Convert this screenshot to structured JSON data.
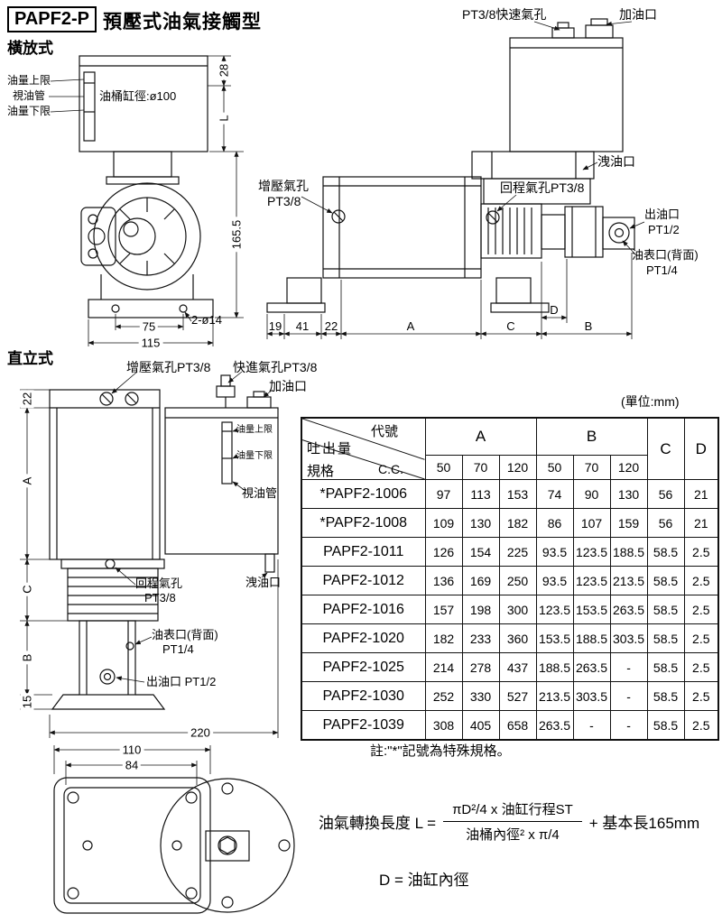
{
  "header": {
    "code": "PAPF2-P",
    "title": "預壓式油氣接觸型"
  },
  "horizontal": {
    "label": "橫放式",
    "oil_upper": "油量上限",
    "sight_tube": "視油管",
    "oil_lower": "油量下限",
    "tank_bore": "油桶缸徑:ø100",
    "dims": {
      "d28": "28",
      "dL": "L",
      "d165": "165.5",
      "d75": "75",
      "d115": "115",
      "bolt": "2-ø14"
    }
  },
  "side": {
    "quick_air": "PT3/8快速氣孔",
    "fill_port": "加油口",
    "drain_port": "洩油口",
    "boost_line1": "增壓氣孔",
    "boost_line2": "PT3/8",
    "return_port": "回程氣孔PT3/8",
    "outlet_line1": "出油口",
    "outlet_line2": "PT1/2",
    "gauge_line1": "油表口(背面)",
    "gauge_line2": "PT1/4",
    "dims": {
      "d19": "19",
      "d41": "41",
      "d22": "22",
      "dA": "A",
      "dC": "C",
      "dD": "D",
      "dB": "B"
    }
  },
  "vertical": {
    "label": "直立式",
    "boost_port": "增壓氣孔PT3/8",
    "quick_port": "快進氣孔PT3/8",
    "fill_port": "加油口",
    "oil_upper": "油量上限",
    "oil_lower": "油量下限",
    "sight_tube": "視油管",
    "return_line1": "回程氣孔",
    "return_line2": "PT3/8",
    "drain_port": "洩油口",
    "gauge_line1": "油表口(背面)",
    "gauge_line2": "PT1/4",
    "outlet": "出油口 PT1/2",
    "dims": {
      "d22": "22",
      "dA": "A",
      "dC": "C",
      "dB": "B",
      "d15": "15",
      "d220": "220"
    }
  },
  "bottom_view": {
    "dims": {
      "d110": "110",
      "d84": "84"
    }
  },
  "table": {
    "unit_note": "(單位:mm)",
    "corner": {
      "code": "代號",
      "discharge": "吐出量",
      "spec": "規格",
      "cc": "C.C."
    },
    "group_a": "A",
    "group_b": "B",
    "col_c": "C",
    "col_d": "D",
    "subheads": [
      "50",
      "70",
      "120",
      "50",
      "70",
      "120"
    ],
    "rows": [
      {
        "model": "*PAPF2-1006",
        "cells": [
          "97",
          "113",
          "153",
          "74",
          "90",
          "130",
          "56",
          "21"
        ]
      },
      {
        "model": "*PAPF2-1008",
        "cells": [
          "109",
          "130",
          "182",
          "86",
          "107",
          "159",
          "56",
          "21"
        ]
      },
      {
        "model": "PAPF2-1011",
        "cells": [
          "126",
          "154",
          "225",
          "93.5",
          "123.5",
          "188.5",
          "58.5",
          "2.5"
        ]
      },
      {
        "model": "PAPF2-1012",
        "cells": [
          "136",
          "169",
          "250",
          "93.5",
          "123.5",
          "213.5",
          "58.5",
          "2.5"
        ]
      },
      {
        "model": "PAPF2-1016",
        "cells": [
          "157",
          "198",
          "300",
          "123.5",
          "153.5",
          "263.5",
          "58.5",
          "2.5"
        ]
      },
      {
        "model": "PAPF2-1020",
        "cells": [
          "182",
          "233",
          "360",
          "153.5",
          "188.5",
          "303.5",
          "58.5",
          "2.5"
        ]
      },
      {
        "model": "PAPF2-1025",
        "cells": [
          "214",
          "278",
          "437",
          "188.5",
          "263.5",
          "-",
          "58.5",
          "2.5"
        ]
      },
      {
        "model": "PAPF2-1030",
        "cells": [
          "252",
          "330",
          "527",
          "213.5",
          "303.5",
          "-",
          "58.5",
          "2.5"
        ]
      },
      {
        "model": "PAPF2-1039",
        "cells": [
          "308",
          "405",
          "658",
          "263.5",
          "-",
          "-",
          "58.5",
          "2.5"
        ]
      }
    ],
    "note": "註:\"*\"記號為特殊規格。"
  },
  "formula": {
    "prefix": "油氣轉換長度 L =",
    "numerator": "πD²/4 x 油缸行程ST",
    "denominator": "油桶內徑² x π/4",
    "suffix": "+ 基本長165mm",
    "d_definition": "D = 油缸內徑"
  }
}
